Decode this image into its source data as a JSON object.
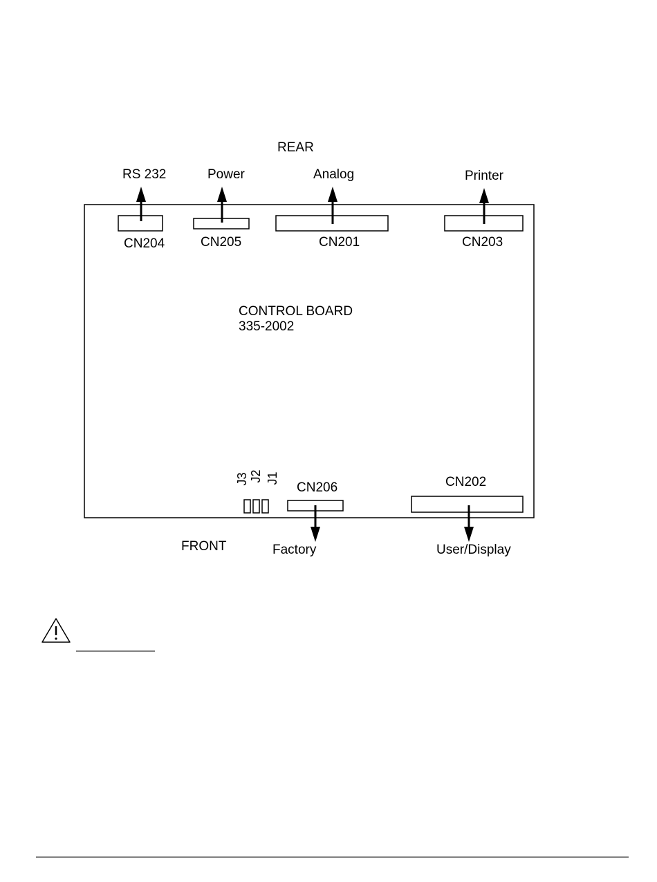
{
  "diagram": {
    "rear_label": "REAR",
    "front_label": "FRONT",
    "board_title": "CONTROL BOARD",
    "board_part": "335-2002",
    "top_connectors": [
      {
        "id": "CN204",
        "function": "RS 232"
      },
      {
        "id": "CN205",
        "function": "Power"
      },
      {
        "id": "CN201",
        "function": "Analog"
      },
      {
        "id": "CN203",
        "function": "Printer"
      }
    ],
    "bottom_connectors": [
      {
        "id": "CN206",
        "function": "Factory"
      },
      {
        "id": "CN202",
        "function": "User/Display"
      }
    ],
    "jumpers": [
      "J3",
      "J2",
      "J1"
    ]
  },
  "notice": {
    "icon": "warning-triangle-icon"
  }
}
